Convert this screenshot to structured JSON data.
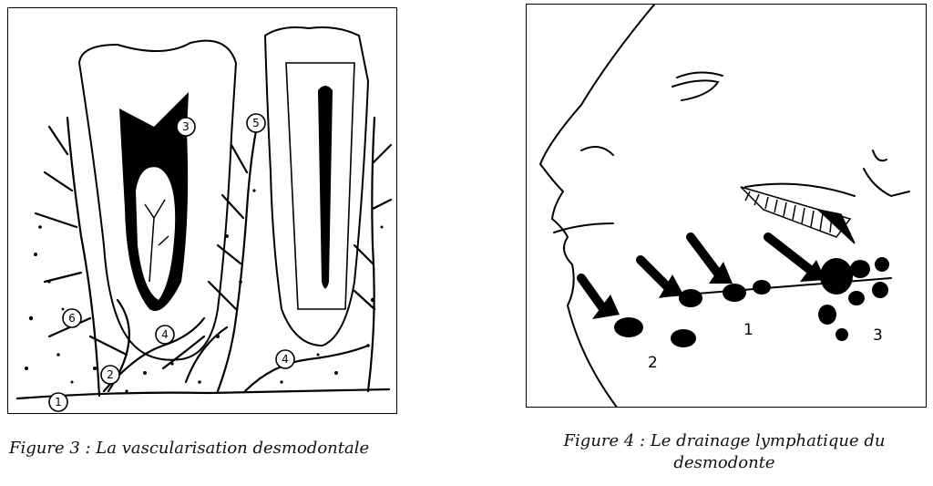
{
  "figure3": {
    "caption": "Figure 3 : La vascularisation desmodontale",
    "labels": [
      "1",
      "2",
      "3",
      "4",
      "4",
      "5",
      "6"
    ]
  },
  "figure4": {
    "caption_line1": "Figure 4 : Le drainage lymphatique du",
    "caption_line2": "desmodonte",
    "labels": [
      "1",
      "2",
      "3"
    ]
  }
}
